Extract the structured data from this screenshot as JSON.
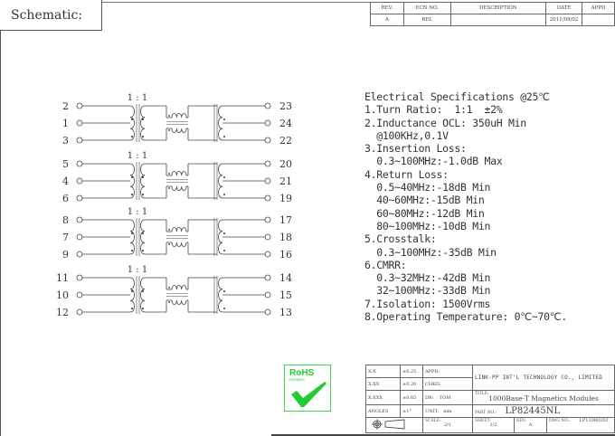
{
  "header": {
    "title": "Schematic:"
  },
  "revision_table": {
    "headers": [
      "REV.",
      "ECN NO.",
      "DESCRIPTION",
      "DATE",
      "APPD"
    ],
    "rows": [
      [
        "A",
        "REL",
        "",
        "2011/08/02",
        ""
      ]
    ]
  },
  "schematic": {
    "channels": [
      {
        "ratio": "1 : 1",
        "left_pins": [
          "2",
          "1",
          "3"
        ],
        "right_pins": [
          "23",
          "24",
          "22"
        ]
      },
      {
        "ratio": "1 : 1",
        "left_pins": [
          "5",
          "4",
          "6"
        ],
        "right_pins": [
          "20",
          "21",
          "19"
        ]
      },
      {
        "ratio": "1 : 1",
        "left_pins": [
          "8",
          "7",
          "9"
        ],
        "right_pins": [
          "17",
          "18",
          "16"
        ]
      },
      {
        "ratio": "1 : 1",
        "left_pins": [
          "11",
          "10",
          "12"
        ],
        "right_pins": [
          "14",
          "15",
          "13"
        ]
      }
    ]
  },
  "specifications": {
    "lines": [
      "Electrical Specifications @25℃",
      "1.Turn Ratio:  1:1  ±2%",
      "2.Inductance OCL: 350uH Min",
      "  @100KHz,0.1V",
      "3.Insertion Loss:",
      "  0.3~100MHz:-1.0dB Max",
      "4.Return Loss:",
      "  0.5~40MHz:-18dB Min",
      "  40~60MHz:-15dB Min",
      "  60~80MHz:-12dB Min",
      "  80~100MHz:-10dB Min",
      "5.Crosstalk:",
      "  0.3~100MHz:-35dB Min",
      "6.CMRR:",
      "  0.3~32MHz:-42dB Min",
      "  32~100MHz:-33dB Min",
      "7.Isolation: 1500Vrms",
      "8.Operating Temperature: 0℃~70℃."
    ]
  },
  "rohs": {
    "title": "RoHS",
    "subtitle": "2002/95/EC",
    "color": "#22cc33",
    "icon": "checkmark-icon"
  },
  "title_block": {
    "tolerances": [
      {
        "label": "X:X",
        "value": "±0.25"
      },
      {
        "label": "X:XX",
        "value": "±0.20"
      },
      {
        "label": "X:XXX",
        "value": "±0.05"
      },
      {
        "label": "ANGLES",
        "value": "±1°"
      }
    ],
    "appd_label": "APPD:",
    "appd_value": "",
    "chkd_label": "CHKD:",
    "chkd_value": "",
    "dr_label": "DR:",
    "dr_value": "TOM",
    "unit_label": "UNIT:",
    "unit_value": "mm",
    "company": "LINK-PP INT'L TECHNOLOGY CO., LIMITED",
    "title_label": "TITLE:",
    "title_value": "1000Base-T Magnetics Modules",
    "part_label": "PART NO.:",
    "part_value": "LP82445NL",
    "scale_label": "SCALE:",
    "scale_value": "2/1",
    "sheet_label": "SHEET:",
    "sheet_value": "1/2",
    "rev_label": "REV:",
    "rev_value": "A",
    "dwg_label": "DWG NO.:",
    "dwg_value": "LP11080202",
    "projection_icon": "third-angle-projection-icon"
  }
}
